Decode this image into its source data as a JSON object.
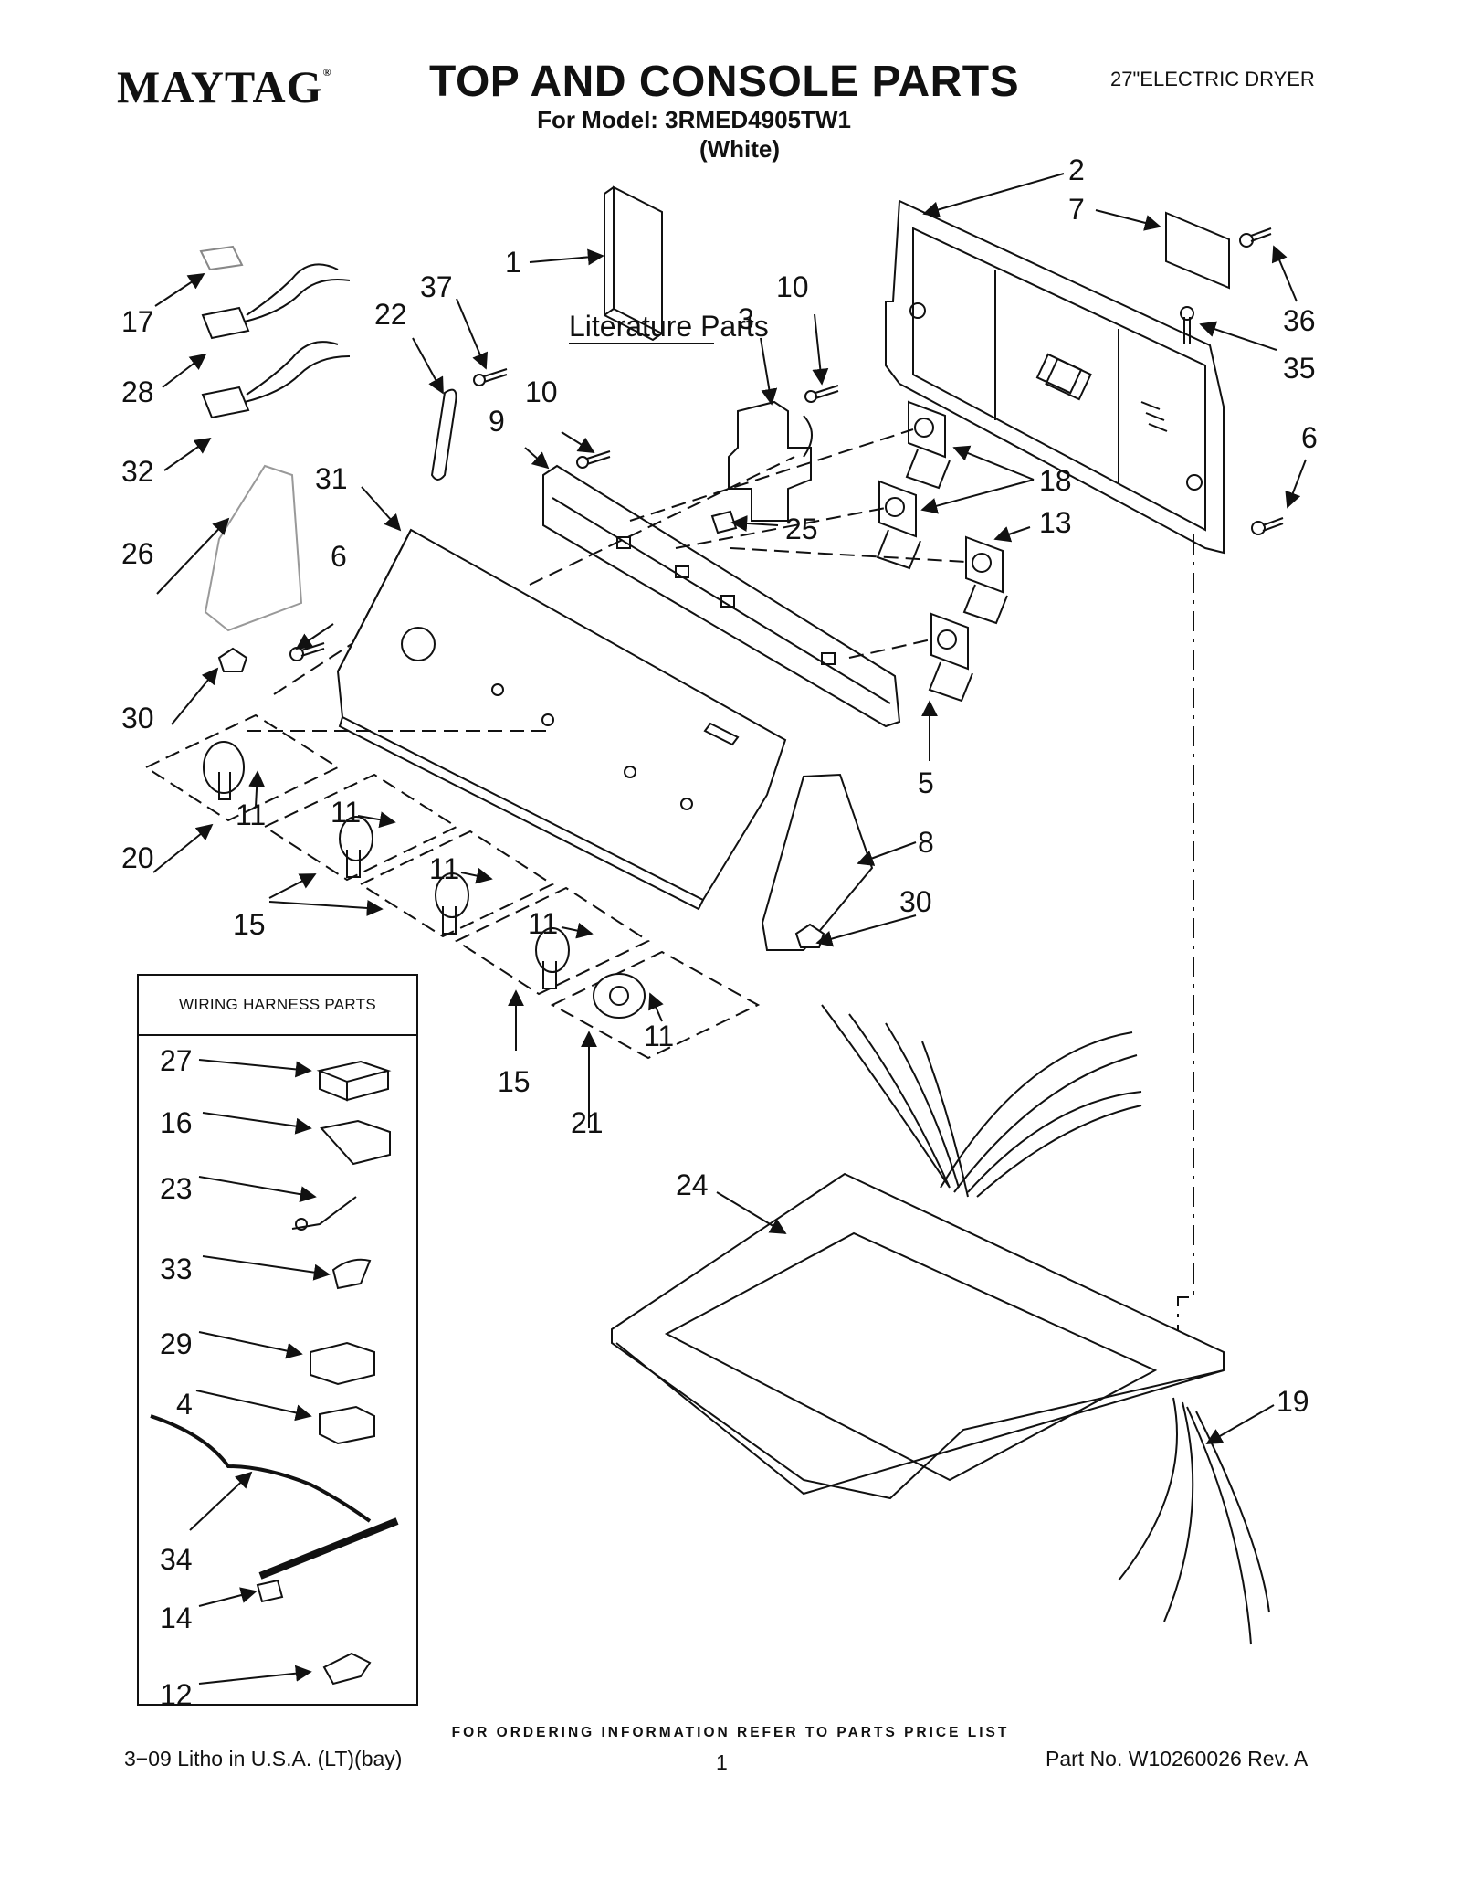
{
  "header": {
    "brand": "MAYTAG",
    "registered_mark": "®",
    "title": "TOP AND CONSOLE PARTS",
    "model_line": "For Model: 3RMED4905TW1",
    "color_line": "(White)",
    "product_type": "27\"ELECTRIC DRYER"
  },
  "diagram": {
    "literature_label": "Literature Parts",
    "callouts": {
      "c1": "1",
      "c2": "2",
      "c3": "3",
      "c5": "5",
      "c6a": "6",
      "c6b": "6",
      "c7": "7",
      "c8": "8",
      "c9": "9",
      "c10a": "10",
      "c10b": "10",
      "c11a": "11",
      "c11b": "11",
      "c11c": "11",
      "c11d": "11",
      "c11e": "11",
      "c13": "13",
      "c15a": "15",
      "c15b": "15",
      "c17": "17",
      "c18": "18",
      "c19": "19",
      "c20": "20",
      "c21": "21",
      "c22": "22",
      "c24": "24",
      "c25": "25",
      "c26": "26",
      "c28": "28",
      "c30a": "30",
      "c30b": "30",
      "c31": "31",
      "c32": "32",
      "c35": "35",
      "c36": "36",
      "c37": "37"
    }
  },
  "wiring_harness": {
    "title": "WIRING HARNESS PARTS",
    "items": [
      "27",
      "16",
      "23",
      "33",
      "29",
      "4",
      "34",
      "14",
      "12"
    ]
  },
  "footer": {
    "ordering_note": "FOR ORDERING INFORMATION REFER TO PARTS PRICE LIST",
    "litho": "3−09 Litho in U.S.A. (LT)(bay)",
    "page_number": "1",
    "part_number": "Part No. W10260026 Rev. A"
  }
}
